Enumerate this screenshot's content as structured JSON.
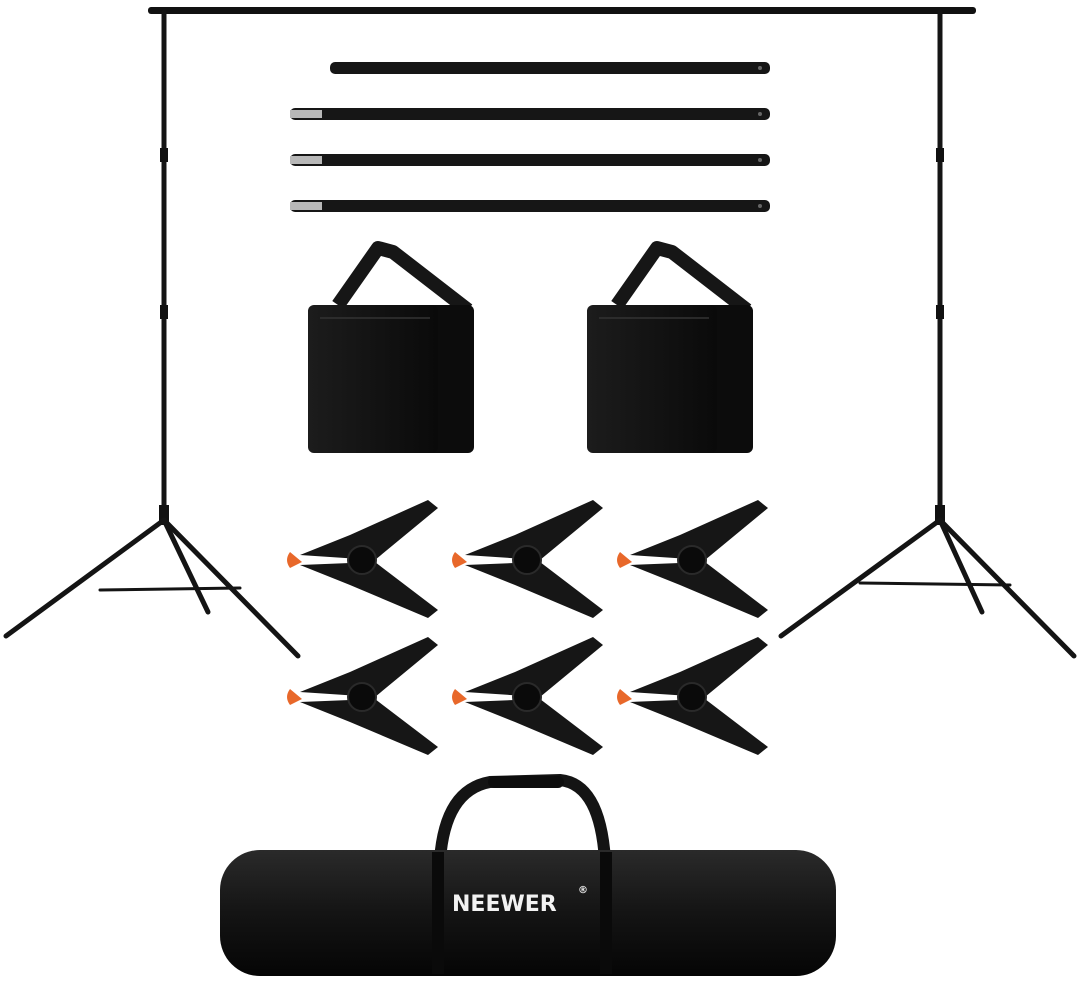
{
  "product": {
    "brand_logo": "NEEWER",
    "registered_mark": "®",
    "colors": {
      "equipment": "#161616",
      "clamp_tip": "#e8682a",
      "pole_tip": "#b8b8b8",
      "background": "#ffffff"
    },
    "components": {
      "crossbar_sections": 4,
      "stands": 2,
      "sandbags": 2,
      "spring_clamps": 6,
      "carrying_bag": 1
    }
  }
}
